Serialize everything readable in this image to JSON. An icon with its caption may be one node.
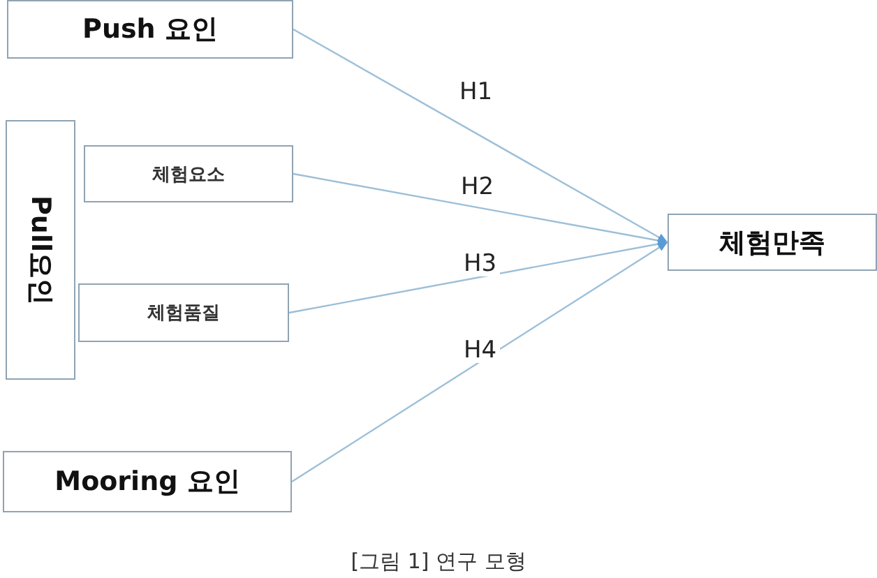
{
  "diagram": {
    "caption": "[그림 1] 연구 모형",
    "nodes": [
      {
        "text": [
          "Push 요인"
        ]
      },
      {
        "text": [
          "Pull요인"
        ]
      },
      {
        "text": [
          "체험요소"
        ]
      },
      {
        "text": [
          "체험품질"
        ]
      },
      {
        "text": [
          "체험만족"
        ]
      },
      {
        "text": [
          "Mooring 요인"
        ]
      }
    ],
    "edges": [
      {
        "from": 0,
        "to": 4,
        "arrow": "to",
        "label": "H1"
      },
      {
        "from": 2,
        "to": 4,
        "arrow": "to",
        "label": "H2"
      },
      {
        "from": 3,
        "to": 4,
        "arrow": "to",
        "label": "H3"
      },
      {
        "from": 5,
        "to": 4,
        "arrow": "to",
        "label": "H4"
      }
    ]
  }
}
